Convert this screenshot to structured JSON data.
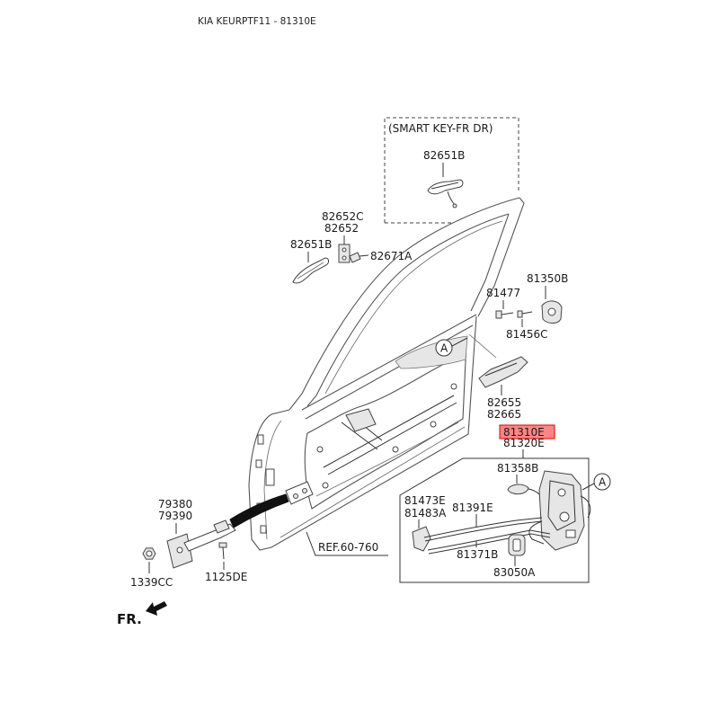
{
  "header": {
    "title": "KIA KEURPTF11 - 81310E"
  },
  "smart_key_box": {
    "note": "(SMART KEY-FR DR)",
    "part": "82651B"
  },
  "parts": {
    "p82652C": "82652C",
    "p82652": "82652",
    "p82651B": "82651B",
    "p82671A": "82671A",
    "p81477": "81477",
    "p81350B": "81350B",
    "p81456C": "81456C",
    "p82655": "82655",
    "p82665": "82665",
    "p81320E": "81320E",
    "p81358B": "81358B",
    "p79380": "79380",
    "p79390": "79390",
    "p81473E": "81473E",
    "p81483A": "81483A",
    "p81391E": "81391E",
    "p81371B": "81371B",
    "p83050A": "83050A",
    "p1339CC": "1339CC",
    "p1125DE": "1125DE"
  },
  "highlighted_part": {
    "number": "81310E",
    "fill_color": "#ff8585",
    "border_color": "#e00000"
  },
  "view_markers": {
    "door_detail": "A",
    "latch_detail": "A"
  },
  "reference": "REF.60-760",
  "direction": "FR."
}
